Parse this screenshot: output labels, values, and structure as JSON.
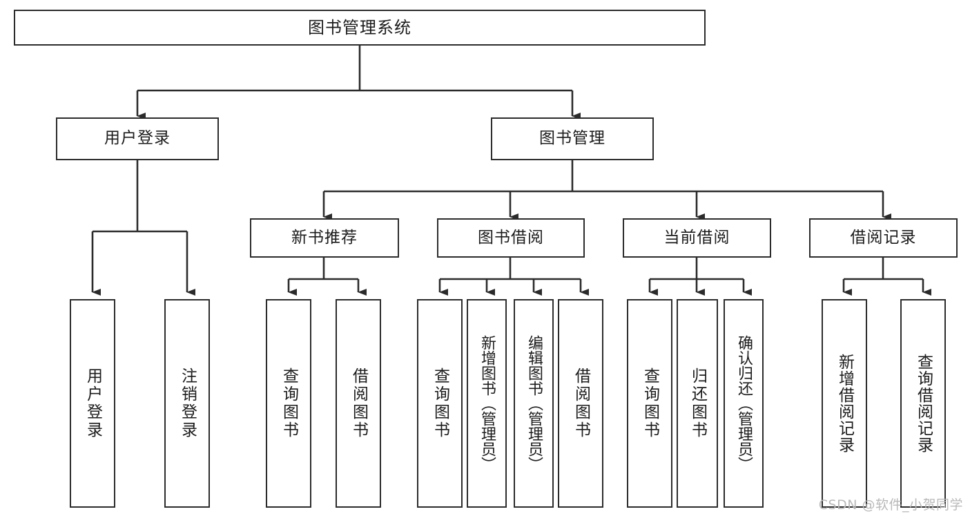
{
  "diagram": {
    "type": "tree-hierarchy",
    "title": "图书管理系统",
    "watermark": "CSDN @软件_小贺同学",
    "colors": {
      "box_border": "#2b2b2b",
      "box_fill": "#ffffff",
      "connector": "#2b2b2b",
      "text": "#1b1b1b",
      "watermark": "#b9b9b9"
    },
    "root": {
      "label": "图书管理系统"
    },
    "level2": [
      {
        "id": "user-login",
        "label": "用户登录"
      },
      {
        "id": "book-management",
        "label": "图书管理"
      }
    ],
    "level3": [
      {
        "id": "new-book-recommend",
        "label": "新书推荐",
        "parent": "book-management"
      },
      {
        "id": "book-borrow",
        "label": "图书借阅",
        "parent": "book-management"
      },
      {
        "id": "current-borrow",
        "label": "当前借阅",
        "parent": "book-management"
      },
      {
        "id": "borrow-record",
        "label": "借阅记录",
        "parent": "book-management"
      }
    ],
    "leaves": [
      {
        "id": "leaf-user-login",
        "label": "用户登录",
        "parent": "user-login"
      },
      {
        "id": "leaf-user-logout",
        "label": "注销登录",
        "parent": "user-login"
      },
      {
        "id": "leaf-query-book-1",
        "label": "查询图书",
        "parent": "new-book-recommend"
      },
      {
        "id": "leaf-borrow-book-1",
        "label": "借阅图书",
        "parent": "new-book-recommend"
      },
      {
        "id": "leaf-query-book-2",
        "label": "查询图书",
        "parent": "book-borrow"
      },
      {
        "id": "leaf-add-book",
        "label": "新增图书（管理员）",
        "parent": "book-borrow"
      },
      {
        "id": "leaf-edit-book",
        "label": "编辑图书（管理员）",
        "parent": "book-borrow"
      },
      {
        "id": "leaf-borrow-book-2",
        "label": "借阅图书",
        "parent": "book-borrow"
      },
      {
        "id": "leaf-query-book-3",
        "label": "查询图书",
        "parent": "current-borrow"
      },
      {
        "id": "leaf-return-book",
        "label": "归还图书",
        "parent": "current-borrow"
      },
      {
        "id": "leaf-confirm-return",
        "label": "确认归还（管理员）",
        "parent": "current-borrow"
      },
      {
        "id": "leaf-add-record",
        "label": "新增借阅记录",
        "parent": "borrow-record"
      },
      {
        "id": "leaf-query-record",
        "label": "查询借阅记录",
        "parent": "borrow-record"
      }
    ]
  }
}
